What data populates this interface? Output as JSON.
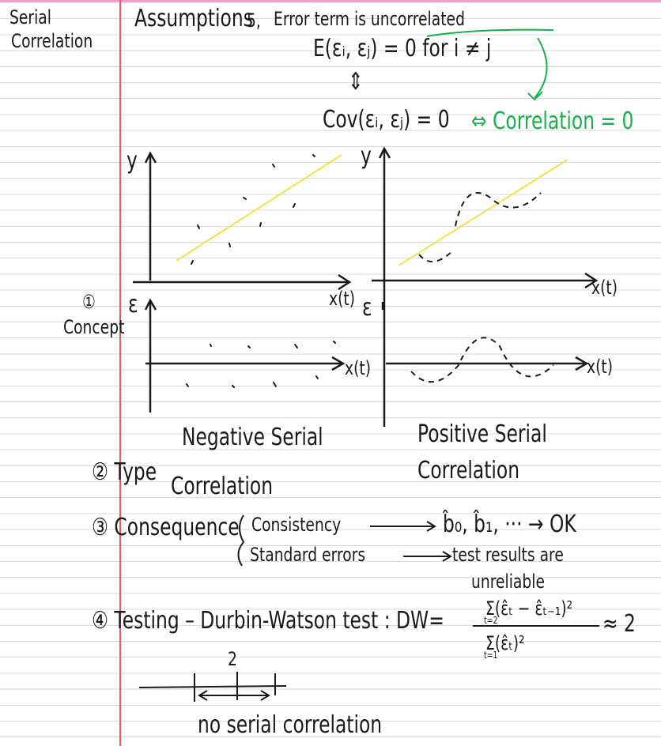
{
  "margin": {
    "topic": [
      "Serial",
      "Correlation"
    ],
    "concept_label": [
      "①",
      "Concept"
    ]
  },
  "assumption": {
    "heading": "Assumptions",
    "number": "5,",
    "statement": "Error term is uncorrelated",
    "expectation": "E(εᵢ, εⱼ) = 0  for i ≠ j",
    "equiv_arrow": "⇕",
    "covariance": "Cov(εᵢ, εⱼ) = 0",
    "correlation": "⇔ Correlation = 0"
  },
  "graphs": {
    "y_axis": "y",
    "error_axis": "ε",
    "time_axis": "x(t)",
    "left_title": [
      "Negative Serial",
      "Correlation"
    ],
    "right_title": [
      "Positive Serial",
      "Correlation"
    ]
  },
  "type_label": "② Type",
  "consequence": {
    "label": "③ Consequence",
    "consistency": "Consistency",
    "consistency_result": "b̂₀, b̂₁, ··· → OK",
    "standard_errors": "Standard errors",
    "standard_errors_result": "test results are",
    "unreliable": "unreliable"
  },
  "testing": {
    "label": "④ Testing – Durbin-Watson test : DW=",
    "numerator": "Σ(ε̂ₜ − ε̂ₜ₋₁)²",
    "numerator_index": "t=2",
    "denominator": "Σ(ε̂ₜ)²",
    "denominator_index": "t=1",
    "approx": "≈ 2",
    "scale_center": "2",
    "caption": "no serial correlation"
  },
  "colors": {
    "ink": "#1a1a1a",
    "green_ink": "#19b04a",
    "regression_line": "#f2e24a",
    "margin_line": "#e25a6a"
  }
}
